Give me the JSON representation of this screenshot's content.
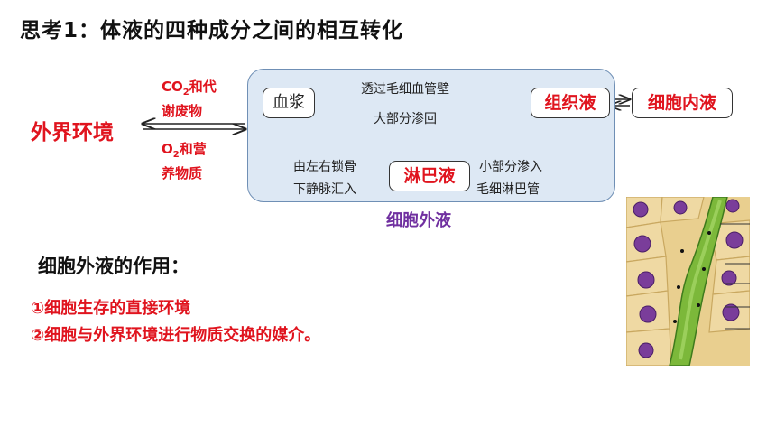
{
  "title": "思考1：体液的四种成分之间的相互转化",
  "external": {
    "label": "外界环境",
    "in_prefix": "O",
    "in_sub": "2",
    "in_line1_suffix": "和营",
    "in_line2": "养物质",
    "out_prefix": "CO",
    "out_sub": "2",
    "out_line1_suffix": "和代",
    "out_line2": "谢废物"
  },
  "ecf": {
    "name": "细胞外液",
    "plasma": "血浆",
    "tissue_fluid": "组织液",
    "lymph": "淋巴液",
    "plasma_to_tissue": "透过毛细血管壁",
    "tissue_to_plasma": "大部分渗回",
    "tissue_to_lymph": "小部分渗入",
    "tissue_to_lymph_2": "毛细淋巴管",
    "lymph_to_plasma": "由左右锁骨",
    "lymph_to_plasma_2": "下静脉汇入"
  },
  "icf": "细胞内液",
  "roles": {
    "title": "细胞外液的作用：",
    "items": [
      "①细胞生存的直接环境",
      "②细胞与外界环境进行物质交换的媒介。"
    ]
  },
  "colors": {
    "accent_red": "#e0141e",
    "purple": "#7030a0",
    "box_fill": "#dde8f4"
  }
}
